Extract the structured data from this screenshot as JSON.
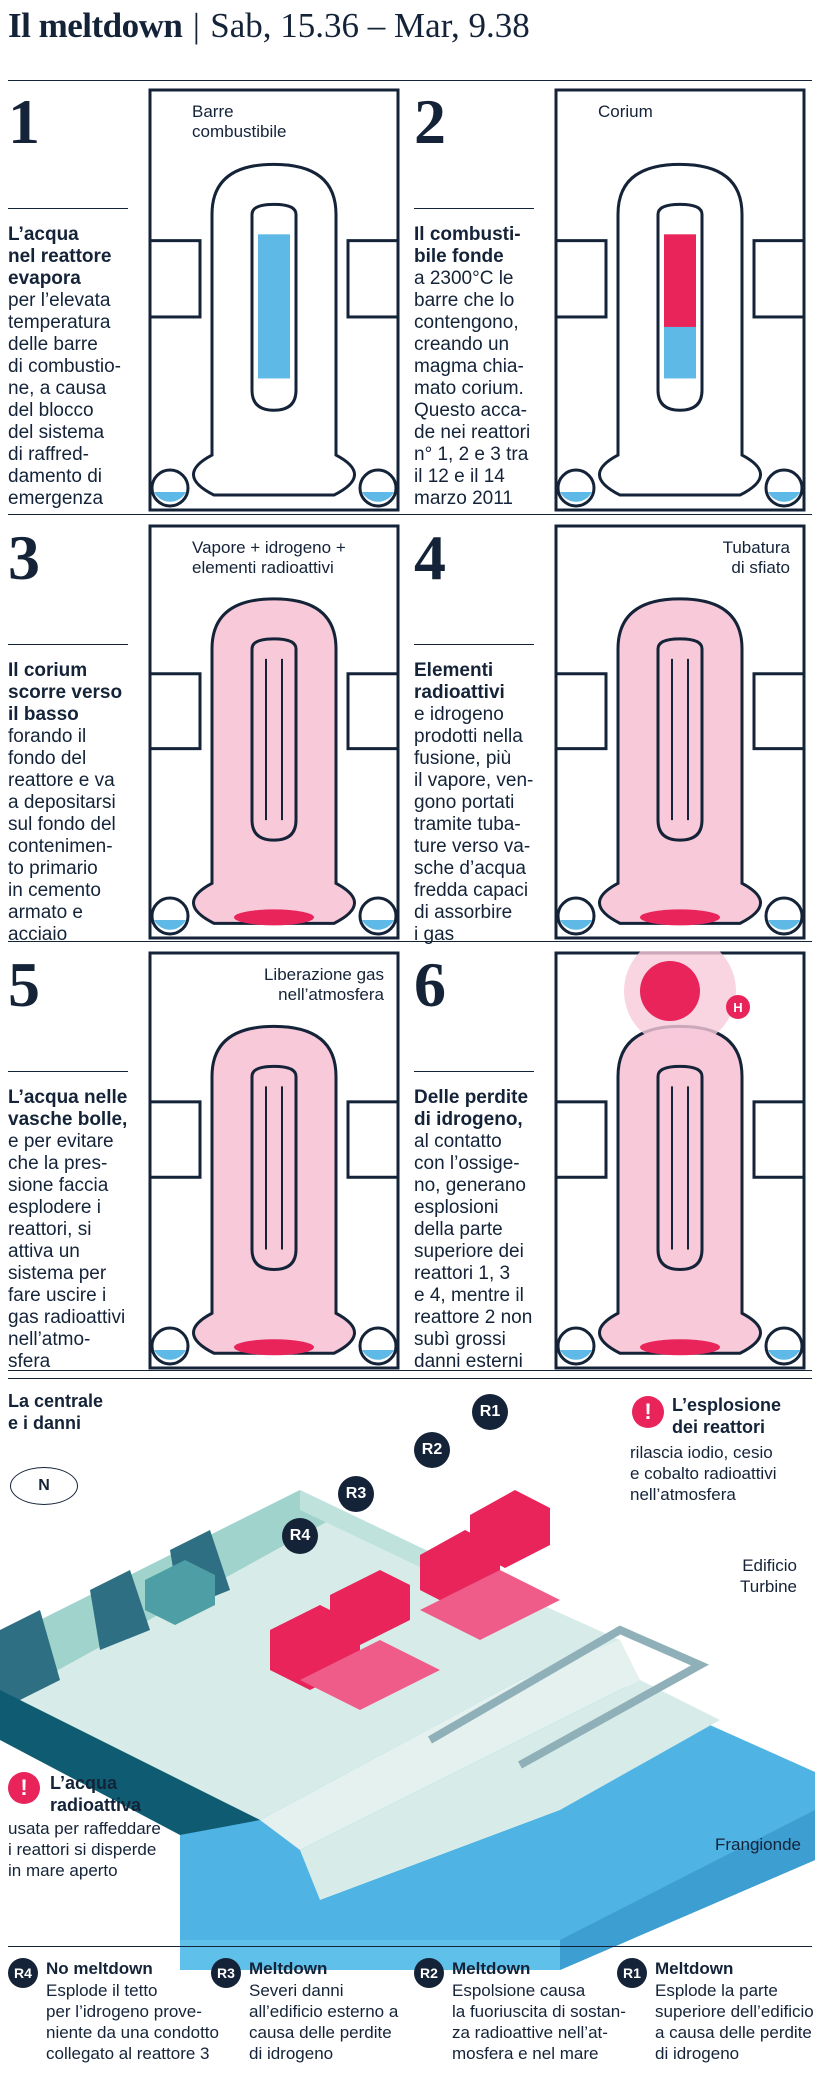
{
  "header": {
    "title": "Il meltdown",
    "separator": "|",
    "timespan": "Sab, 15.36 – Mar, 9.38"
  },
  "steps": [
    {
      "num": "1",
      "label": "Barre\ncombustibile",
      "bold": "L’acqua\nnel reattore\nevapora",
      "text": "per l’elevata\ntemperatura\ndelle barre\ndi combustio-\nne, a causa\ndel blocco\ndel sistema\ndi raffred-\ndamento di\nemergenza"
    },
    {
      "num": "2",
      "label": "Corium",
      "bold": "Il combusti-\nbile fonde",
      "text": "a 2300°C le\nbarre che lo\ncontengono,\ncreando un\nmagma chia-\nmato corium.\nQuesto acca-\nde nei reattori\nn° 1, 2 e 3 tra\nil 12 e il 14\nmarzo 2011"
    },
    {
      "num": "3",
      "label": "Vapore + idrogeno +\nelementi radioattivi",
      "bold": "Il corium\nscorre verso\nil basso",
      "text": "forando il\nfondo del\nreattore e va\na depositarsi\nsul fondo del\ncontenimen-\nto primario\nin cemento\narmato e\nacciaio"
    },
    {
      "num": "4",
      "label": "Tubatura\ndi sfiato",
      "bold": "Elementi\nradioattivi",
      "text": "e idrogeno\nprodotti nella\nfusione, più\nil vapore, ven-\ngono portati\ntramite tuba-\nture verso va-\nsche d’acqua\nfredda capaci\ndi assorbire\ni gas"
    },
    {
      "num": "5",
      "label": "Liberazione gas\nnell’atmosfera",
      "bold": "L’acqua nelle\nvasche bolle,",
      "text": "e per evitare\nche la pres-\nsione faccia\nesplodere i\nreattori, si\nattiva un\nsistema per\nfare uscire i\ngas radioattivi\nnell’atmo-\nsfera"
    },
    {
      "num": "6",
      "label": "H",
      "bold": "Delle perdite\ndi idrogeno,",
      "text": "al contatto\ncon l’ossige-\nno, generano\nesplosioni\ndella parte\nsuperiore dei\nreattori 1, 3\ne 4, mentre il\nreattore 2 non\nsubì grossi\ndanni esterni"
    }
  ],
  "map": {
    "title": "La centrale\ne i danni",
    "compass": "N",
    "explosion_title": "L’esplosione\ndei reattori",
    "explosion_text": "rilascia iodio, cesio\ne cobalto radioattivi\nnell’atmosfera",
    "turbine_label": "Edificio\nTurbine",
    "breakwater_label": "Frangionde",
    "water_title": "L’acqua\nradioattiva",
    "water_text": "usata per raffeddare\ni reattori si disperde\nin mare aperto",
    "alert_icon": "!",
    "reactors": [
      "R1",
      "R2",
      "R3",
      "R4"
    ]
  },
  "legend": [
    {
      "badge": "R4",
      "title": "No meltdown",
      "text": "Esplode il tetto\nper l’idrogeno prove-\nniente da una condotto\ncollegato al reattore 3"
    },
    {
      "badge": "R3",
      "title": "Meltdown",
      "text": "Severi danni\nall’edificio esterno a\ncausa delle perdite\ndi idrogeno"
    },
    {
      "badge": "R2",
      "title": "Meltdown",
      "text": "Espolsione causa\nla fuoriuscita di sostan-\nza radioattive nell’at-\nmosfera e nel mare"
    },
    {
      "badge": "R1",
      "title": "Meltdown",
      "text": "Esplode la parte\nsuperiore dell’edificio\na causa delle perdite\ndi idrogeno"
    }
  ],
  "colors": {
    "navy": "#142338",
    "pink": "#e8245a",
    "lightpink": "#f7c9d9",
    "blue": "#5fb9e6",
    "lightblue": "#bfe3f3",
    "teal": "#9fd3cc"
  }
}
